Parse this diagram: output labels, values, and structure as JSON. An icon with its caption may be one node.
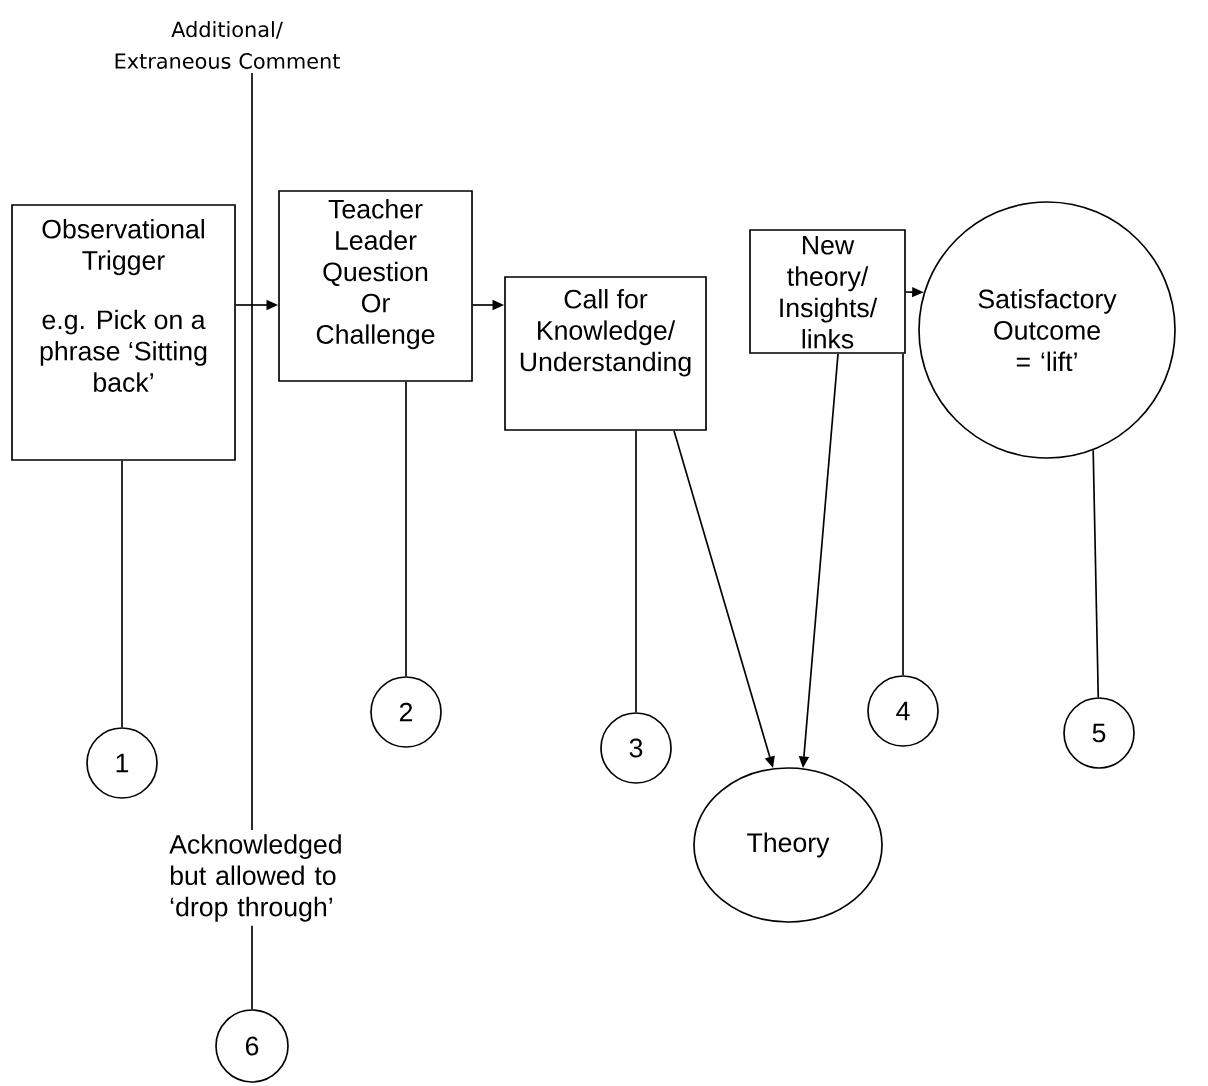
{
  "diagram": {
    "nodes": [
      {
        "text": [
          "Additional/ Extraneous Comment"
        ]
      },
      {
        "text": [
          "Observational Trigger",
          "e.g. Pick on a phrase ‘Sitting back’"
        ]
      },
      {
        "text": [
          "Teacher Leader Question Or Challenge"
        ]
      },
      {
        "text": [
          "Call for Knowledge/ Understanding"
        ]
      },
      {
        "text": [
          "New theory/ Insights/ links"
        ]
      },
      {
        "text": [
          "Satisfactory Outcome = ‘lift’"
        ]
      },
      {
        "text": [
          "1"
        ]
      },
      {
        "text": [
          "2"
        ]
      },
      {
        "text": [
          "3"
        ]
      },
      {
        "text": [
          "4"
        ]
      },
      {
        "text": [
          "5"
        ]
      },
      {
        "text": [
          "Acknowledged but allowed to ‘drop through’"
        ]
      },
      {
        "text": [
          "Theory"
        ]
      },
      {
        "text": [
          "6"
        ]
      }
    ],
    "edges": [
      {
        "from": 1,
        "to": 2,
        "arrow": "to"
      },
      {
        "from": 2,
        "to": 3,
        "arrow": "to"
      },
      {
        "from": 4,
        "to": 5,
        "arrow": "to"
      },
      {
        "from": 1,
        "to": 6,
        "arrow": "none"
      },
      {
        "from": 2,
        "to": 7,
        "arrow": "none"
      },
      {
        "from": 3,
        "to": 8,
        "arrow": "none"
      },
      {
        "from": 3,
        "to": 12,
        "arrow": "to"
      },
      {
        "from": 4,
        "to": 12,
        "arrow": "to"
      },
      {
        "from": 4,
        "to": 9,
        "arrow": "none"
      },
      {
        "from": 5,
        "to": 10,
        "arrow": "none"
      },
      {
        "from": 0,
        "to": 11,
        "arrow": "none"
      },
      {
        "from": 11,
        "to": 13,
        "arrow": "none"
      }
    ]
  }
}
